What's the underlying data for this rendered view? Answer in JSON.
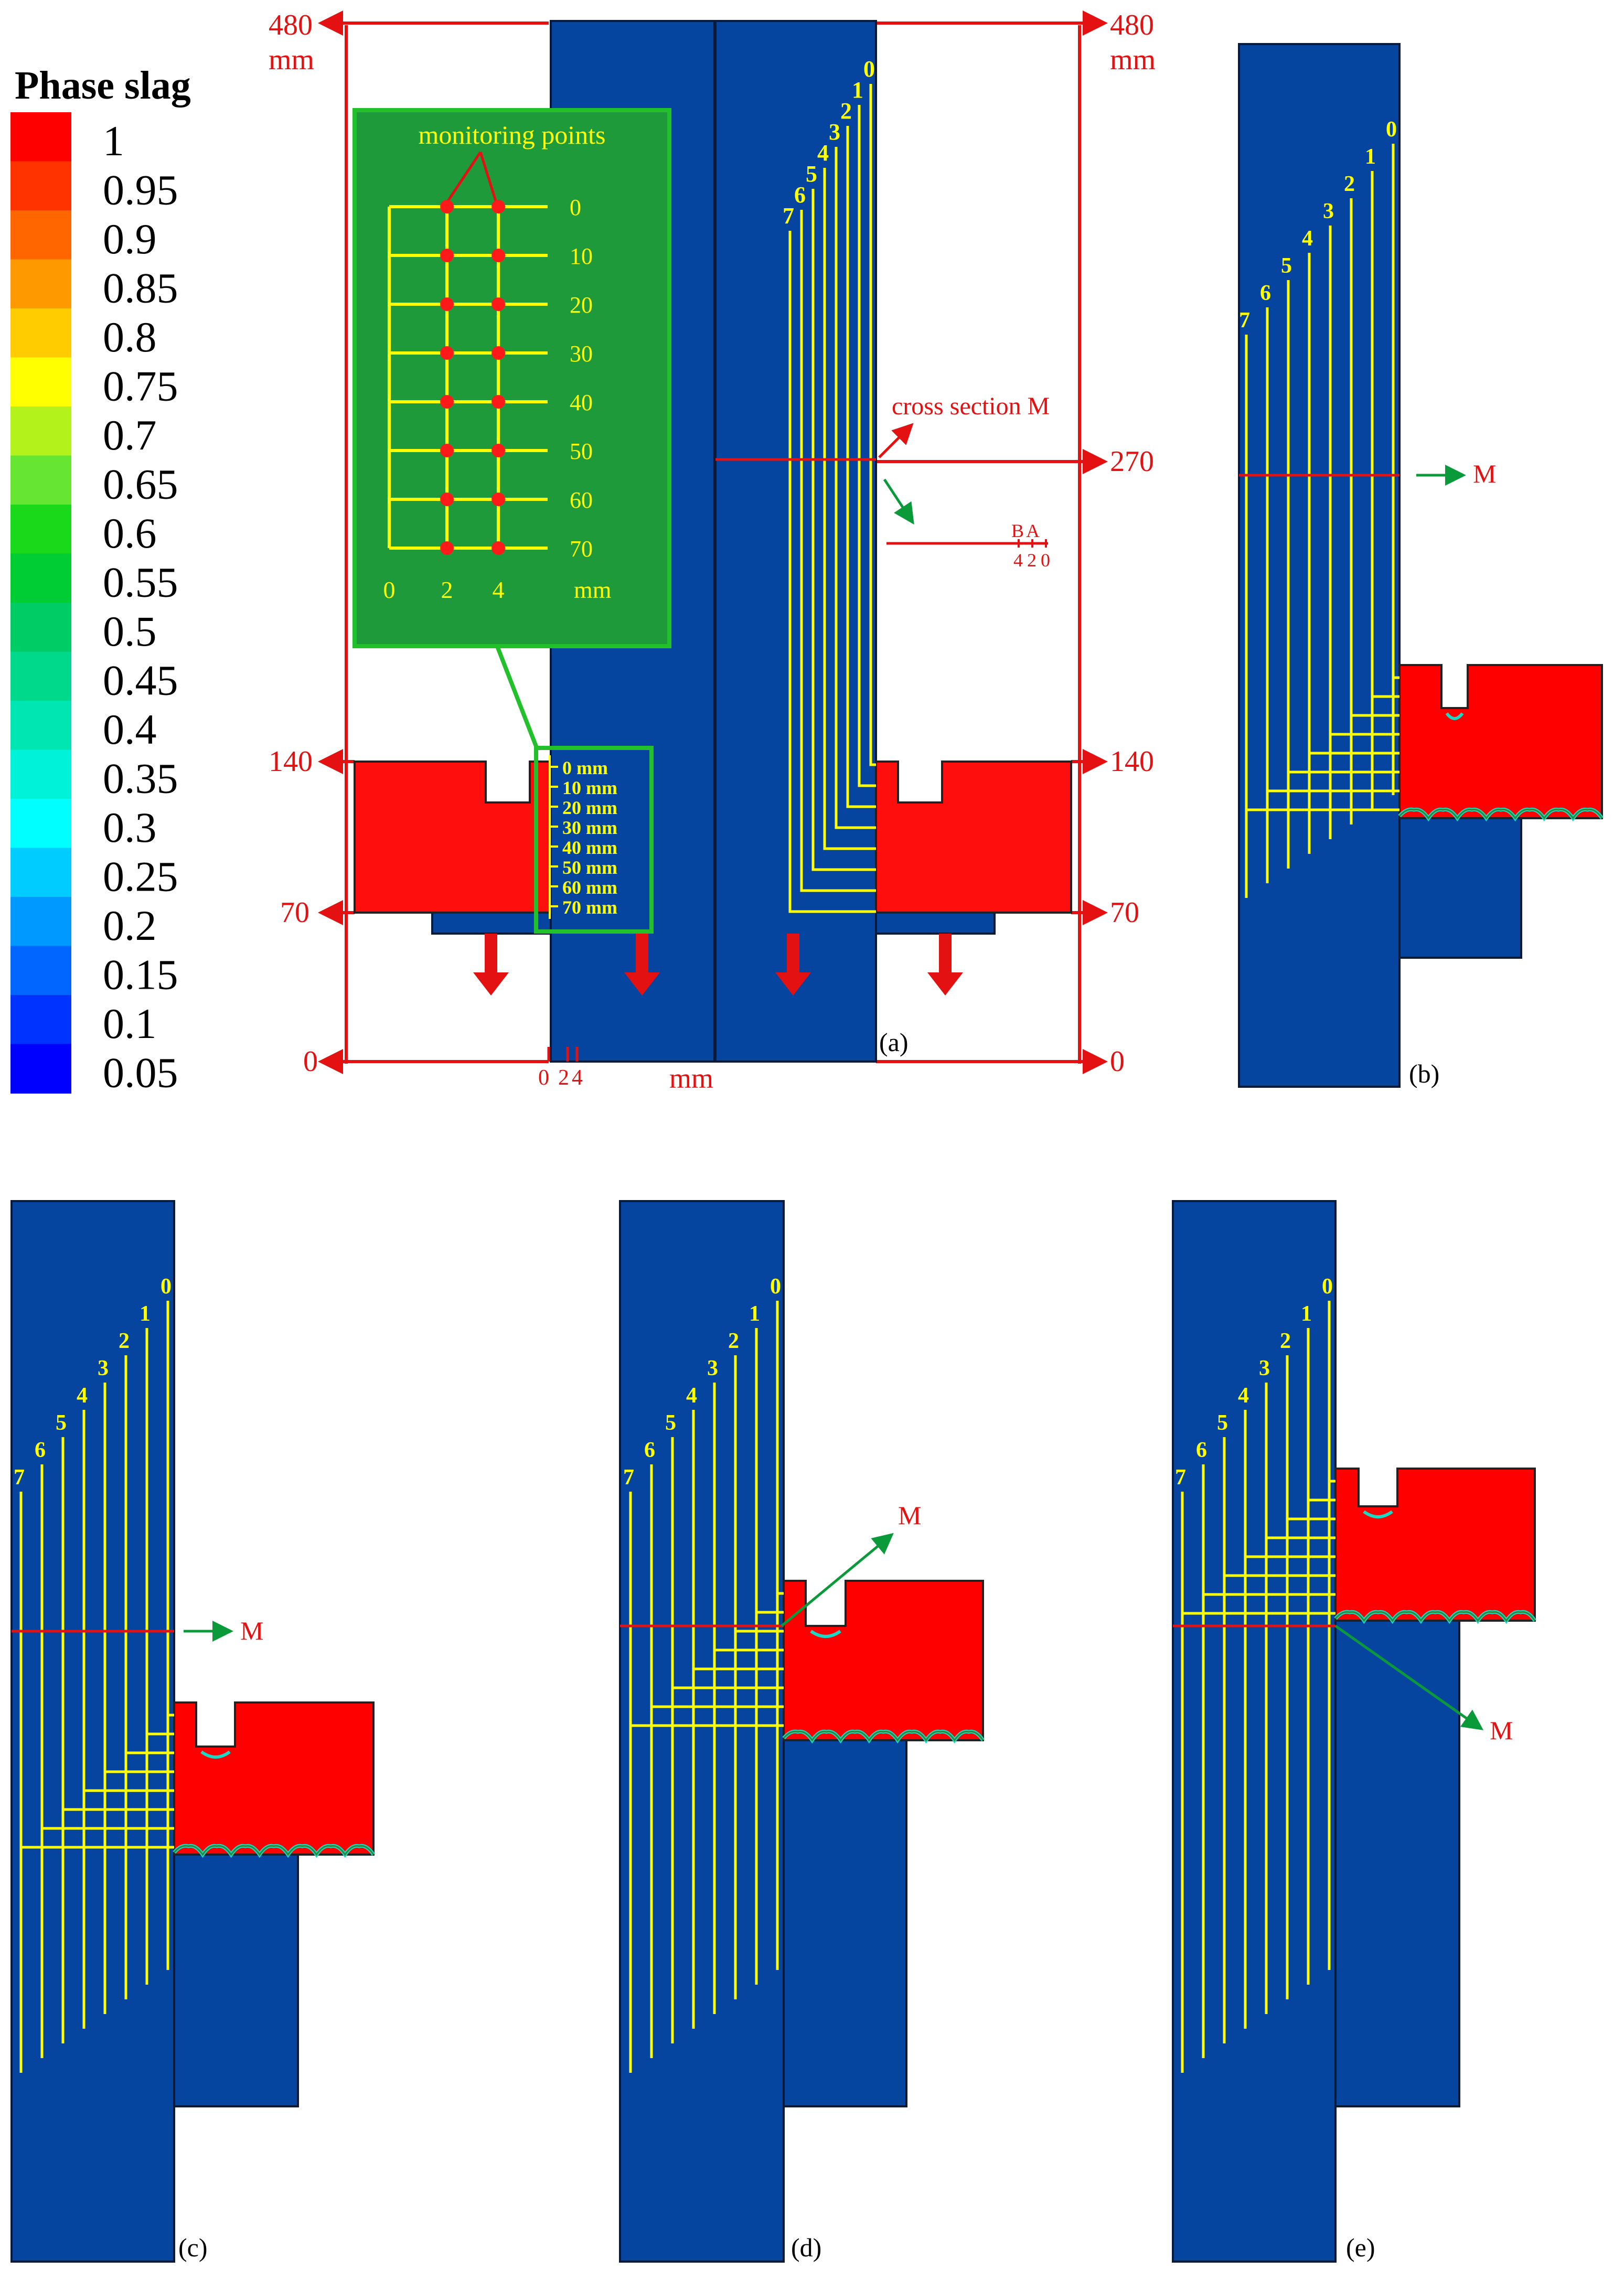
{
  "legend": {
    "title": "Phase slag",
    "labels": [
      "1",
      "0.95",
      "0.9",
      "0.85",
      "0.8",
      "0.75",
      "0.7",
      "0.65",
      "0.6",
      "0.55",
      "0.5",
      "0.45",
      "0.4",
      "0.35",
      "0.3",
      "0.25",
      "0.2",
      "0.15",
      "0.1",
      "0.05"
    ],
    "colors": [
      "#ff0000",
      "#ff3300",
      "#ff6600",
      "#ff9900",
      "#ffcc00",
      "#ffff00",
      "#b3f21a",
      "#66e633",
      "#1ad91a",
      "#00cc33",
      "#00cc66",
      "#00d98c",
      "#00e6b3",
      "#00f2d9",
      "#00ffff",
      "#00ccff",
      "#0099ff",
      "#0066ff",
      "#0033ff",
      "#0000ff"
    ]
  },
  "colors": {
    "mold": "#0545a0",
    "slag": "#ff0000",
    "dim": "#e31111",
    "line": "#ffff00",
    "inset": "#1e9a3a",
    "inset_border": "#22c02a",
    "green_arrow": "#0b9a3a"
  },
  "panel_a": {
    "panel_label": "(a)",
    "dim_480": "480",
    "dim_mm": "mm",
    "dim_270": "270",
    "dim_140": "140",
    "dim_70": "70",
    "dim_0": "0",
    "x_axis": {
      "ticks": [
        "0",
        "2",
        "4"
      ],
      "unit": "mm"
    },
    "cross_section": "cross section M",
    "point_labels": [
      "B",
      "A"
    ],
    "point_ticks": [
      "4",
      "2",
      "0"
    ],
    "inset": {
      "title": "monitoring points",
      "depths": [
        "0",
        "10",
        "20",
        "30",
        "40",
        "50",
        "60",
        "70"
      ],
      "x_ticks": [
        "0",
        "2",
        "4"
      ],
      "x_unit": "mm"
    },
    "small_inset_labels": [
      "0   mm",
      "10 mm",
      "20 mm",
      "30 mm",
      "40 mm",
      "50 mm",
      "60 mm",
      "70 mm"
    ],
    "line_labels": [
      "7",
      "6",
      "5",
      "4",
      "3",
      "2",
      "1",
      "0"
    ]
  },
  "panels": [
    {
      "label": "(b)",
      "m_label": "M",
      "line_labels": [
        "7",
        "6",
        "5",
        "4",
        "3",
        "2",
        "1",
        "0"
      ]
    },
    {
      "label": "(c)",
      "m_label": "M",
      "line_labels": [
        "7",
        "6",
        "5",
        "4",
        "3",
        "2",
        "1",
        "0"
      ]
    },
    {
      "label": "(d)",
      "m_label": "M",
      "line_labels": [
        "7",
        "6",
        "5",
        "4",
        "3",
        "2",
        "1",
        "0"
      ]
    },
    {
      "label": "(e)",
      "m_label": "M",
      "line_labels": [
        "7",
        "6",
        "5",
        "4",
        "3",
        "2",
        "1",
        "0"
      ]
    }
  ]
}
